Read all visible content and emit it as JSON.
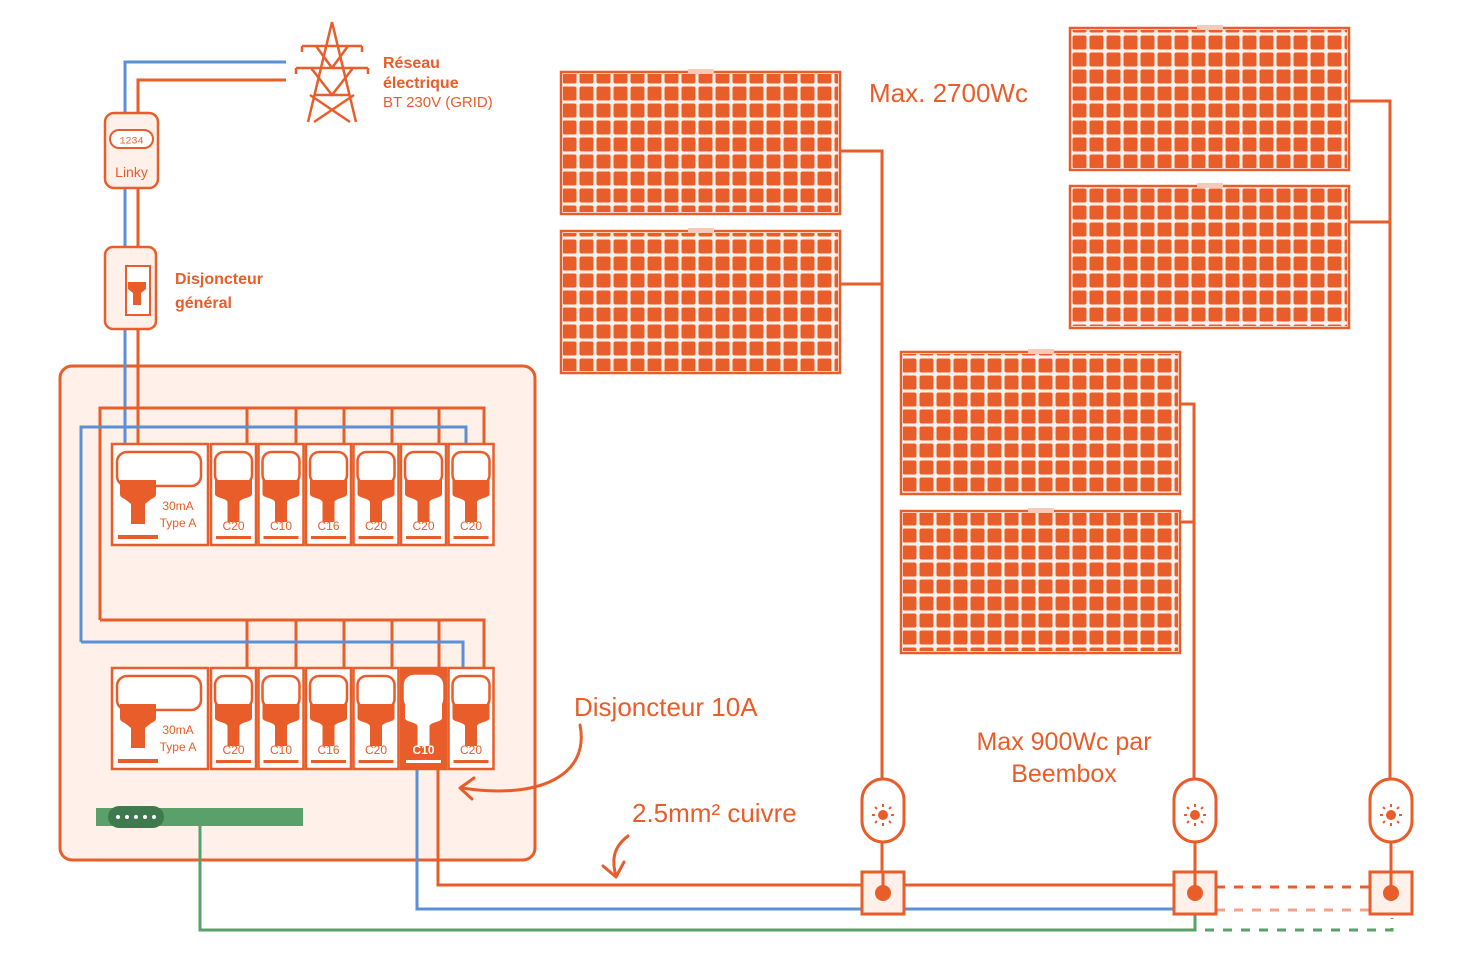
{
  "colors": {
    "orange": "#e85d2a",
    "light_orange": "#fff1ea",
    "blue": "#5b8fd6",
    "green": "#5aa06a",
    "pink": "#f0a38a"
  },
  "grid": {
    "line1": "Réseau",
    "line2": "électrique",
    "line3": "BT 230V (GRID)"
  },
  "meter": {
    "display": "1234",
    "label": "Linky"
  },
  "main_breaker": {
    "line1": "Disjoncteur",
    "line2": "général"
  },
  "panel_power_label": "Max. 2700Wc",
  "per_box_label": {
    "line1": "Max 900Wc par",
    "line2": "Beembox"
  },
  "breaker_note": "Disjoncteur 10A",
  "cable_note": "2.5mm² cuivre",
  "row1": {
    "differential": {
      "line1": "30mA",
      "line2": "Type A"
    },
    "breakers": [
      "C20",
      "C10",
      "C16",
      "C20",
      "C20",
      "C20"
    ]
  },
  "row2": {
    "differential": {
      "line1": "30mA",
      "line2": "Type A"
    },
    "breakers": [
      "C20",
      "C10",
      "C16",
      "C20",
      "C10",
      "C20"
    ],
    "highlight_index": 4
  }
}
